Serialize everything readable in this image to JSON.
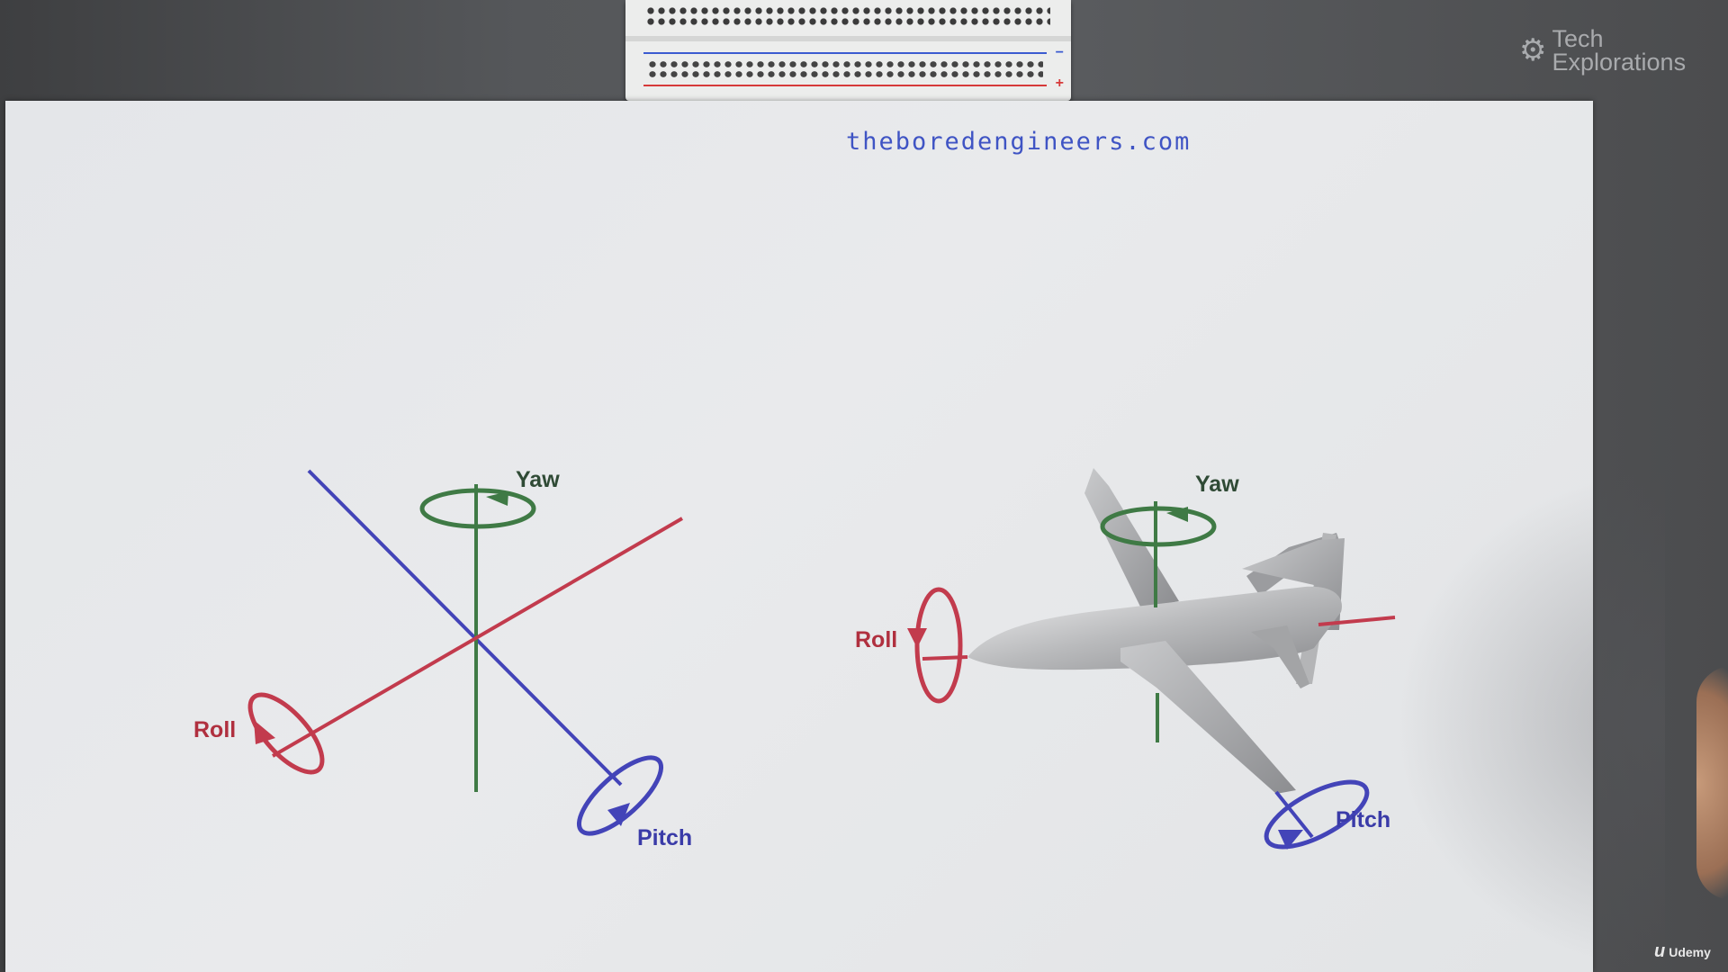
{
  "paper_text": "theboredengineers.com",
  "watermark": {
    "line1": "Tech",
    "line2": "Explorations"
  },
  "platform_badge": "Udemy",
  "left_diagram": {
    "yaw_label": "Yaw",
    "roll_label": "Roll",
    "pitch_label": "Pitch"
  },
  "right_diagram": {
    "yaw_label": "Yaw",
    "roll_label": "Roll",
    "pitch_label": "Pitch"
  },
  "colors": {
    "yaw": "#3f7a45",
    "roll": "#c23b4d",
    "pitch": "#4344b8"
  },
  "icons": {
    "logo": "gear-icon",
    "udemy": "udemy-icon"
  }
}
